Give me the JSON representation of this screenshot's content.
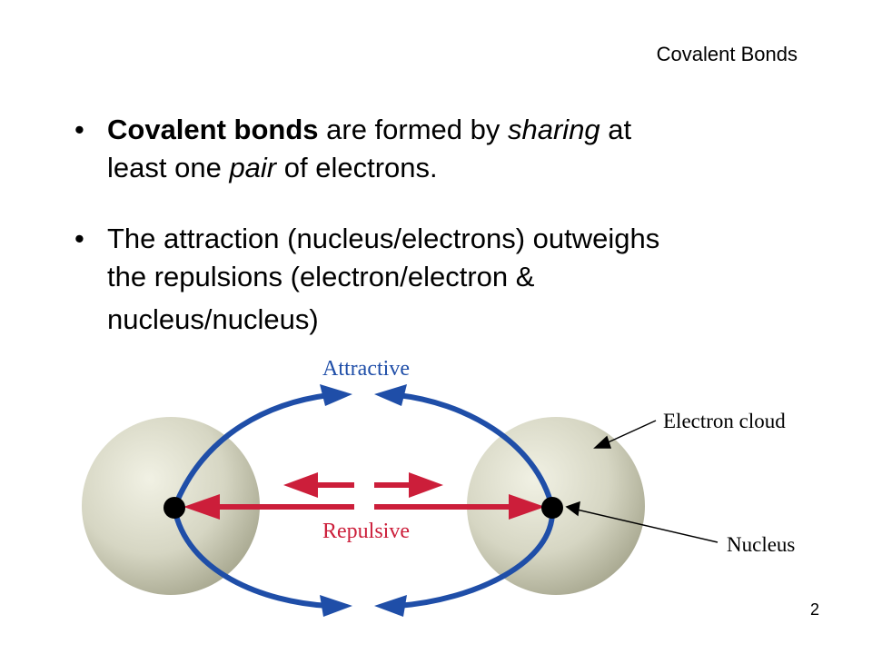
{
  "header": {
    "title": "Covalent Bonds"
  },
  "bullets": [
    {
      "lead_bold": "Covalent bonds",
      "text_1": " are formed by ",
      "italic_1": "sharing",
      "text_2": " at",
      "line2_text_1": "least one ",
      "italic_2": "pair",
      "line2_text_2": " of electrons."
    },
    {
      "line1": "The attraction (nucleus/electrons) outweighs",
      "line2": "the repulsions (electron/electron &",
      "line3": "nucleus/nucleus)"
    }
  ],
  "bullet_glyph": "•",
  "diagram": {
    "label_attractive": "Attractive",
    "label_repulsive": "Repulsive",
    "label_electron_cloud": "Electron cloud",
    "label_nucleus": "Nucleus",
    "colors": {
      "attractive": "#1f4ea8",
      "repulsive": "#cc1e3a",
      "sphere_light": "#f1f1e4",
      "sphere_dark": "#a8a890",
      "nucleus": "#000000"
    }
  },
  "page_number": "2"
}
